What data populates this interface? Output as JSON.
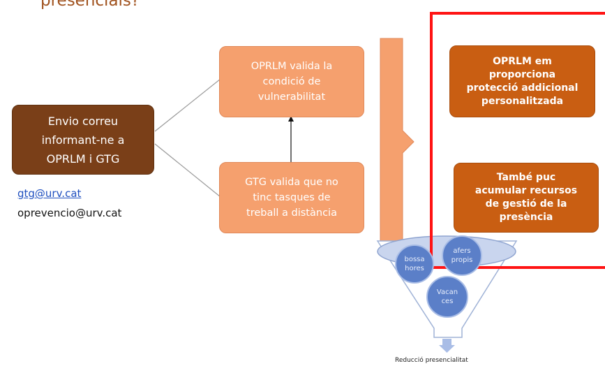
{
  "title": "presencials?",
  "boxes": {
    "start": "Envio correu\ninformant-ne a\nOPRLM i GTG",
    "oprlm_validates": "OPRLM valida la\ncondició de\nvulnerabilitat",
    "gtg_validates": "GTG valida que no\ntinc tasques de\ntreball a distància",
    "protection": "OPRLM em\nproporciona\nprotecció addicional\npersonalitzada",
    "accumulate": "També puc\nacumular recursos\nde gestió de la\npresència"
  },
  "emails": {
    "gtg": "gtg@urv.cat",
    "oprevencio": "oprevencio@urv.cat"
  },
  "funnel": {
    "circles": [
      "bossa\nhores",
      "afers\npropis",
      "Vacan\nces"
    ],
    "caption": "Reducció presencialitat"
  },
  "colors": {
    "title": "#a0521e",
    "start_box": "#7a3f18",
    "validation_boxes": "#f5a06e",
    "outcome_boxes": "#c95e12",
    "frame": "#ff1414",
    "circles": "#5b7fc8"
  }
}
